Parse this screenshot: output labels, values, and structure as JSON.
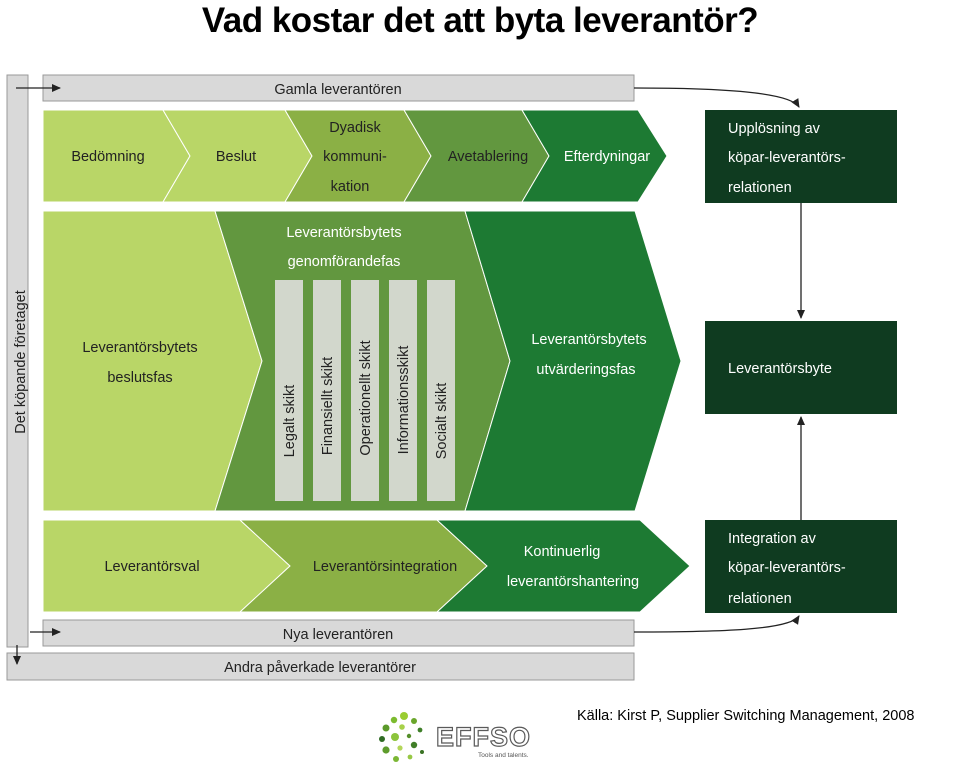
{
  "title": "Vad kostar det att byta leverantör?",
  "bars": {
    "old_supplier": "Gamla leverantören",
    "new_supplier": "Nya leverantören",
    "other_suppliers": "Andra påverkade leverantörer",
    "buying_company": "Det köpande företaget"
  },
  "row1": {
    "evaluation": "Bedömning",
    "decision": "Beslut",
    "dyadic": [
      "Dyadisk",
      "kommuni-",
      "kation"
    ],
    "de_establishment": "Avetablering",
    "aftermath": "Efterdyningar"
  },
  "row2": {
    "decision_phase": [
      "Leverantörsbytets",
      "beslutsfas"
    ],
    "implementation_phase": [
      "Leverantörsbytets",
      "genomförandefas"
    ],
    "layers": [
      "Legalt skikt",
      "Finansiellt skikt",
      "Operationellt skikt",
      "Informationsskikt",
      "Socialt skikt"
    ],
    "evaluation_phase": [
      "Leverantörsbytets",
      "utvärderingsfas"
    ]
  },
  "row3": {
    "selection": "Leverantörsval",
    "integration": "Leverantörsintegration",
    "continuous": [
      "Kontinuerlig",
      "leverantörshantering"
    ]
  },
  "right_boxes": {
    "dissolution": [
      "Upplösning av",
      "köpar-leverantörs-",
      "relationen"
    ],
    "switch": "Leverantörsbyte",
    "integration": [
      "Integration av",
      "köpar-leverantörs-",
      "relationen"
    ]
  },
  "source": "Källa: Kirst P, Supplier Switching Management, 2008",
  "logo": {
    "name": "EFFSO",
    "tagline": "Tools and talents."
  },
  "colors": {
    "light_green": "#b9d667",
    "mid_green": "#8bb045",
    "green": "#62973f",
    "deep_green": "#3b7a37",
    "strong_green": "#1d7a33",
    "dark_box": "#0f3b20",
    "gray_bar": "#d9d9d9",
    "layer_gray": "#d2d7cc"
  }
}
